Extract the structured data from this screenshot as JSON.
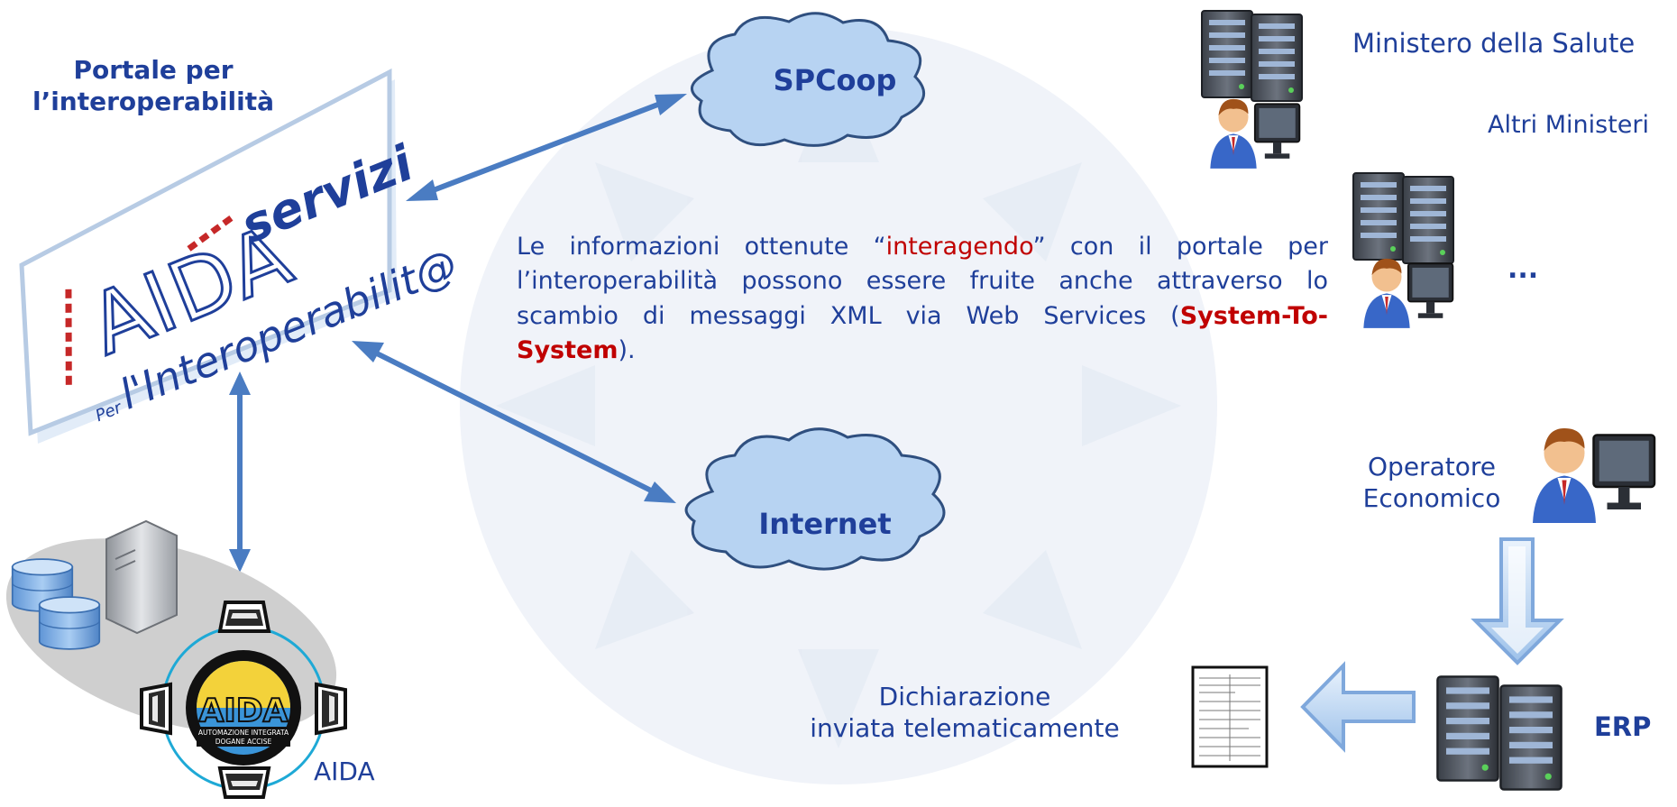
{
  "portal": {
    "title_line1": "Portale per",
    "title_line2": "l’interoperabilità",
    "banner_servizi": "servizi",
    "banner_per": "Per",
    "banner_interop": "l'Interoperabilit@",
    "banner_aida": "AIDA"
  },
  "clouds": {
    "spcoop": "SPCoop",
    "internet": "Internet"
  },
  "entities": {
    "ministero": "Ministero della Salute",
    "altri": "Altri Ministeri",
    "ellipsis": "...",
    "operatore_line1": "Operatore",
    "operatore_line2": "Economico",
    "erp": "ERP",
    "aida": "AIDA"
  },
  "declaration": {
    "line1": "Dichiarazione",
    "line2": "inviata telematicamente"
  },
  "paragraph": {
    "part1": "Le informazioni ottenute “",
    "highlight1": "interagendo",
    "part2": "” con il portale per l’interoperabilità possono essere fruite anche attraverso lo scambio di messaggi XML via Web Services (",
    "highlight2": "System-To-System",
    "part3": ")."
  },
  "aida_logo": {
    "text": "AIDA",
    "subtitle_line1": "AUTOMAZIONE INTEGRATA",
    "subtitle_line2": "DOGANE ACCISE"
  },
  "colors": {
    "text_blue": "#1f3f9a",
    "highlight_red": "#c00000",
    "arrow_blue": "#4a7cc2",
    "cloud_fill": "#b7d3f2",
    "cloud_stroke": "#2f4f7f"
  }
}
